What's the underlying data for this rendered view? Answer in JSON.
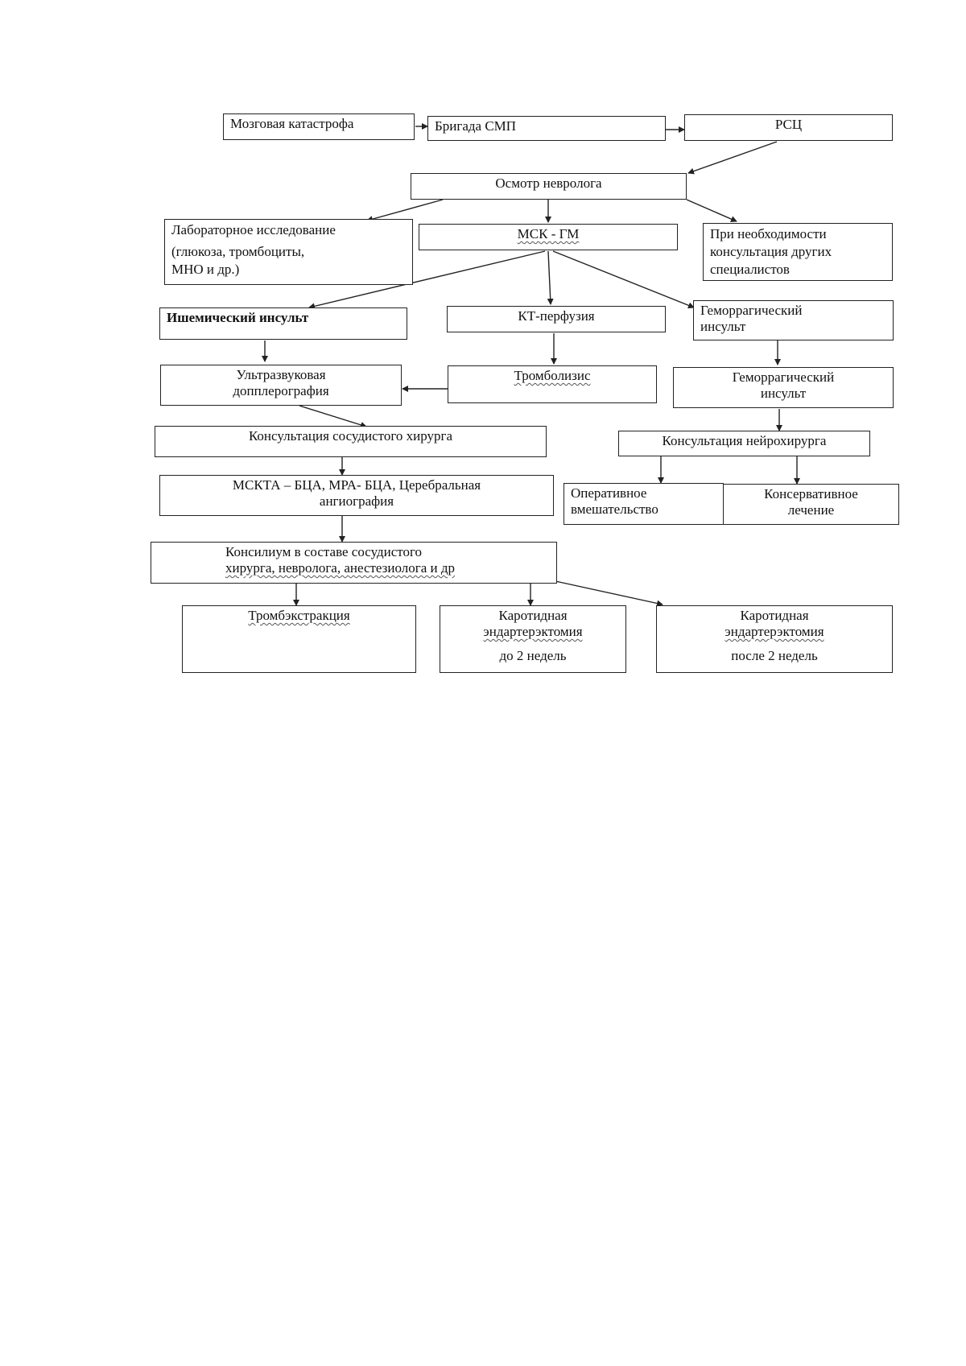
{
  "nodes": {
    "brain_catastrophe": "Мозговая катастрофа",
    "ems_team": "Бригада СМП",
    "rsc": "РСЦ",
    "neuro_exam": "Осмотр невролога",
    "lab_test": {
      "line1": "Лабораторное исследование",
      "line2": "(глюкоза, тромбоциты,",
      "line3": "МНО и др.)"
    },
    "msk_gm": "МСК - ГМ",
    "other_specialists": {
      "line1": "При необходимости",
      "line2": "консультация других",
      "line3": "специалистов"
    },
    "ischemic_stroke": "Ишемический инсульт",
    "ct_perfusion": "КТ-перфузия",
    "hemorrhagic_stroke_1": {
      "line1": "Геморрагический",
      "line2": "инсульт"
    },
    "ultrasound": {
      "line1": "Ультразвуковая",
      "line2": "допплерография"
    },
    "thrombolysis": "Тромболизис",
    "hemorrhagic_stroke_2": {
      "line1": "Геморрагический",
      "line2": "инсульт"
    },
    "vascular_consult": "Консультация сосудистого хирурга",
    "neurosurgeon_consult": "Консультация нейрохирурга",
    "angiography": {
      "line1": "МСКТА – БЦА, МРА- БЦА, Церебральная",
      "line2": "ангиография"
    },
    "operative": {
      "line1": "Оперативное",
      "line2": "вмешательство"
    },
    "conservative": {
      "line1": "Консервативное",
      "line2": "лечение"
    },
    "council": {
      "line1": "Консилиум в составе сосудистого",
      "line2": "хирурга, невролога, анестезиолога и др"
    },
    "thrombectomy": "Тромбэкстракция",
    "cea_before": {
      "line1": "Каротидная",
      "line2": "эндартерэктомия",
      "line3": "до 2 недель"
    },
    "cea_after": {
      "line1": "Каротидная",
      "line2": "эндартерэктомия",
      "line3": "после 2 недель"
    }
  }
}
